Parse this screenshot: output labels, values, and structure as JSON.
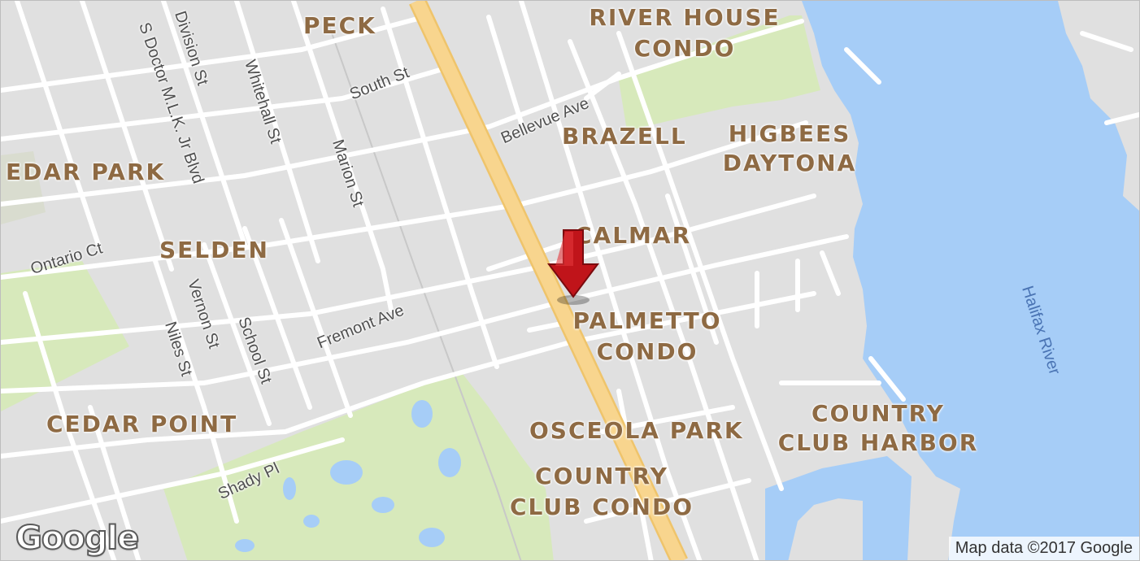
{
  "map": {
    "colors": {
      "land": "#e0e0e0",
      "water": "#a6cdf7",
      "park": "#d7e9bb",
      "highway": "#f8d58e",
      "highway_edge": "#efc46b",
      "road": "#ffffff",
      "marker": "#c0141a"
    },
    "neighborhoods": [
      {
        "id": "peck",
        "label": "PECK"
      },
      {
        "id": "river-house-condo",
        "label": "RIVER HOUSE\nCONDO"
      },
      {
        "id": "brazell",
        "label": "BRAZELL"
      },
      {
        "id": "higbees-daytona",
        "label": "HIGBEES\nDAYTONA"
      },
      {
        "id": "cedar-park",
        "label": "EDAR PARK"
      },
      {
        "id": "selden",
        "label": "SELDEN"
      },
      {
        "id": "calmar",
        "label": "CALMAR"
      },
      {
        "id": "palmetto-condo",
        "label": "PALMETTO\nCONDO"
      },
      {
        "id": "cedar-point",
        "label": "CEDAR POINT"
      },
      {
        "id": "osceola-park",
        "label": "OSCEOLA PARK"
      },
      {
        "id": "country-club-harbor",
        "label": "COUNTRY\nCLUB HARBOR"
      },
      {
        "id": "country-club-condo",
        "label": "COUNTRY\nCLUB CONDO"
      }
    ],
    "streets": [
      {
        "id": "division-st",
        "label": "Division St"
      },
      {
        "id": "s-doctor-mlk-jr-blvd",
        "label": "S Doctor M.L.K. Jr Blvd"
      },
      {
        "id": "whitehall-st",
        "label": "Whitehall St"
      },
      {
        "id": "marion-st",
        "label": "Marion St"
      },
      {
        "id": "south-st",
        "label": "South St"
      },
      {
        "id": "bellevue-ave",
        "label": "Bellevue Ave"
      },
      {
        "id": "ontario-ct",
        "label": "Ontario Ct"
      },
      {
        "id": "vernon-st",
        "label": "Vernon St"
      },
      {
        "id": "niles-st",
        "label": "Niles St"
      },
      {
        "id": "school-st",
        "label": "School St"
      },
      {
        "id": "fremont-ave",
        "label": "Fremont Ave"
      },
      {
        "id": "shady-pl",
        "label": "Shady Pl"
      }
    ],
    "water_labels": [
      {
        "id": "halifax-river",
        "label": "Halifax River"
      }
    ],
    "logo": "Google",
    "attribution": "Map data ©2017 Google",
    "marker_icon": "red-arrow-marker-icon"
  }
}
